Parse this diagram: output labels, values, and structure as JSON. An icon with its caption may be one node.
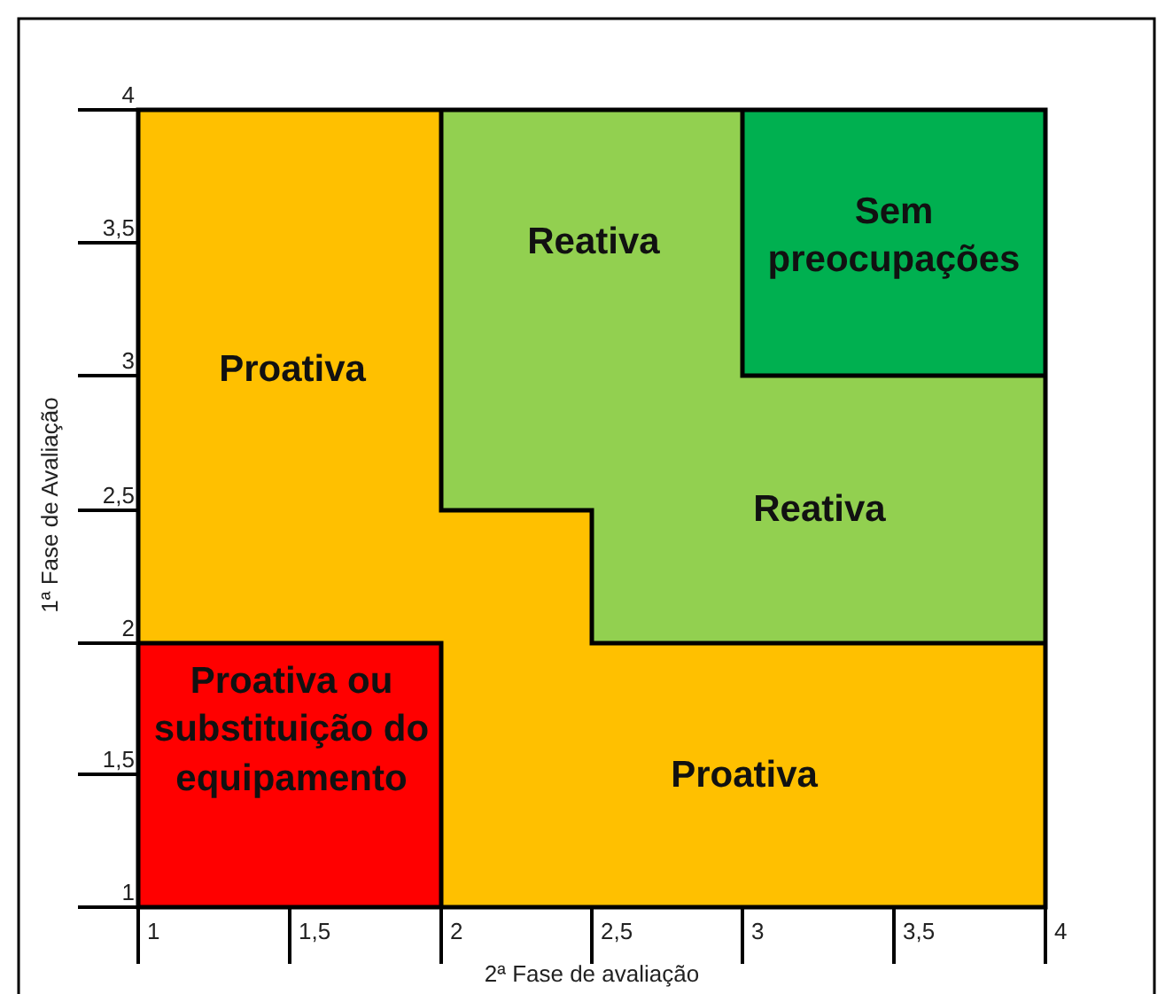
{
  "diagram": {
    "nodes": [
      {
        "text": [
          "Proativa"
        ]
      },
      {
        "text": [
          "Reativa"
        ]
      },
      {
        "text": [
          "Sem preocupações"
        ]
      },
      {
        "text": [
          "Reativa"
        ]
      },
      {
        "text": [
          "Proativa ou substituição do equipamento"
        ]
      },
      {
        "text": [
          "Proativa"
        ]
      }
    ],
    "edges": [],
    "labels": [
      "4",
      "3,5",
      "3",
      "2,5",
      "2",
      "1,5",
      "1",
      "1ª Fase de Avaliação",
      "1",
      "1,5",
      "2",
      "2,5",
      "3",
      "3,5",
      "4",
      "2ª Fase de avaliação"
    ]
  }
}
